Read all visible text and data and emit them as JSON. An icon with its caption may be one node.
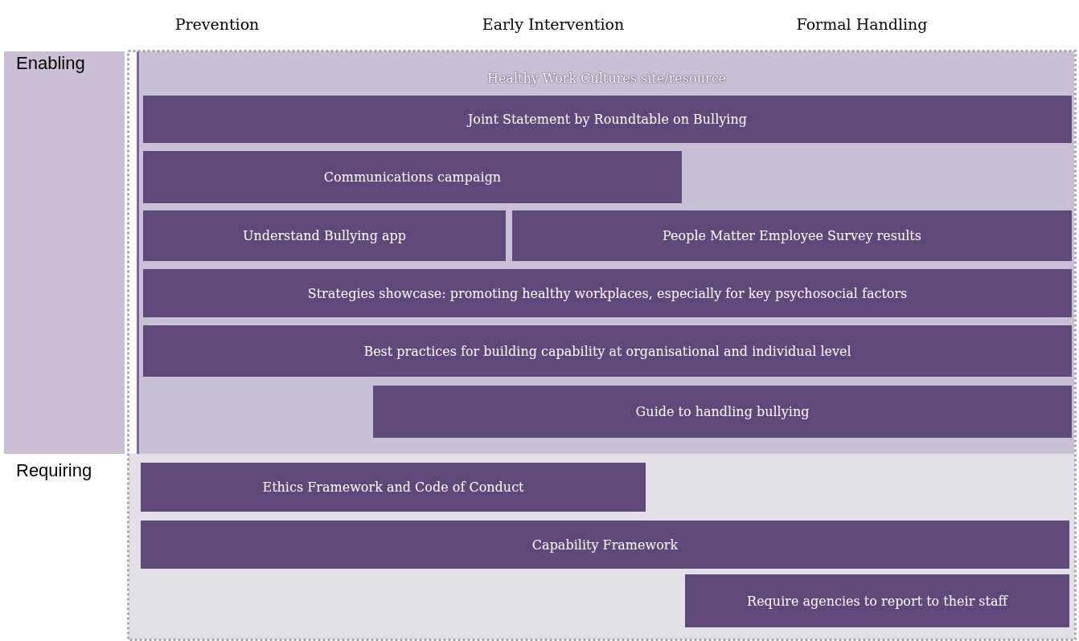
{
  "diagram": {
    "nodes": [
      {
        "text": [
          "Enabling"
        ]
      },
      {
        "text": [
          "Healthy Work Cultures site/resource"
        ]
      },
      {
        "text": [
          "Joint Statement by Roundtable on Bullying"
        ],
        "in": 1
      },
      {
        "text": [
          "Communications campaign"
        ],
        "in": 1
      },
      {
        "text": [
          "Understand Bullying app"
        ],
        "in": 1
      },
      {
        "text": [
          "People Matter Employee Survey results"
        ],
        "in": 1
      },
      {
        "text": [
          "Strategies showcase: promoting healthy workplaces, especially for key psychosocial factors"
        ],
        "in": 1
      },
      {
        "text": [
          "Best practices for building capability at organisational and individual level"
        ],
        "in": 1
      },
      {
        "text": [
          "Guide to handling bullying"
        ],
        "in": 1
      },
      {
        "text": [
          "Requiring"
        ]
      },
      {
        "text": [
          "Ethics Framework and Code of Conduct"
        ],
        "in": 9
      },
      {
        "text": [
          "Capability Framework"
        ],
        "in": 9
      },
      {
        "text": [
          "Require agencies to report to their staff"
        ],
        "in": 9
      }
    ],
    "edges": [],
    "labels": [
      "Prevention",
      "Early Intervention",
      "Formal Handling"
    ]
  }
}
